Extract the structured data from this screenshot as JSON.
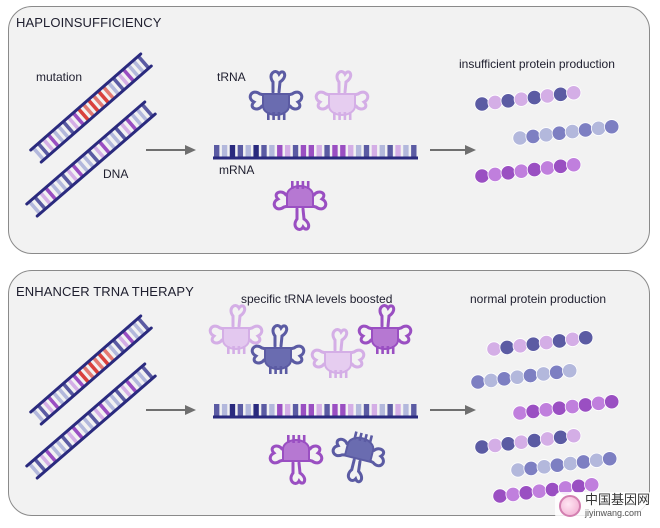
{
  "top_panel": {
    "title": "HAPLOINSUFFICIENCY",
    "labels": {
      "mutation": "mutation",
      "dna": "DNA",
      "trna": "tRNA",
      "mrna": "mRNA",
      "outcome": "insufficient protein production"
    }
  },
  "bottom_panel": {
    "title": "ENHANCER TRNA THERAPY",
    "labels": {
      "boosted": "specific tRNA levels boosted",
      "outcome": "normal protein production"
    }
  },
  "watermark": {
    "cn": "中国基因网",
    "url": "jiyinwang.com"
  },
  "colors": {
    "navy": "#2a2a7e",
    "dark_blue": "#5b5ba3",
    "light_blue": "#b3b8dc",
    "purple": "#9a4fc2",
    "lilac": "#d4aee6",
    "mutation_red": "#d9413d",
    "arrow_grey": "#6f6f6f"
  }
}
